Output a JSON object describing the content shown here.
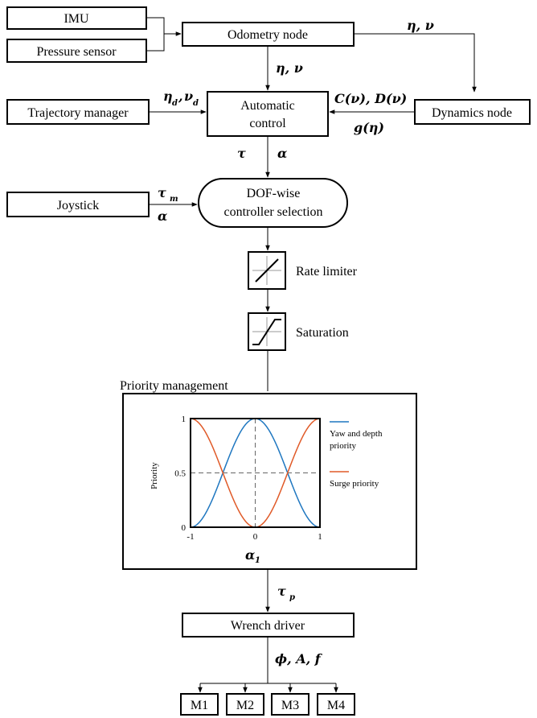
{
  "nodes": {
    "imu": "IMU",
    "pressure_sensor": "Pressure sensor",
    "odometry_node": "Odometry node",
    "trajectory_manager": "Trajectory manager",
    "automatic_control_1": "Automatic",
    "automatic_control_2": "control",
    "dynamics_node": "Dynamics node",
    "joystick": "Joystick",
    "dof_selection_1": "DOF-wise",
    "dof_selection_2": "controller selection",
    "rate_limiter": "Rate limiter",
    "saturation": "Saturation",
    "priority_management": "Priority management",
    "wrench_driver": "Wrench driver",
    "motors": [
      "M1",
      "M2",
      "M3",
      "M4"
    ]
  },
  "signals": {
    "odometry_to_control": "η, ν",
    "odometry_to_dynamics": "η, ν",
    "desired_eta": "η",
    "desired_nu": "ν",
    "desired_subscript": "d",
    "dynamics_cd": "C(ν), D(ν)",
    "dynamics_g": "g(η)",
    "tau": "τ",
    "alpha": "α",
    "tau_m": "τ",
    "tau_m_sub": "m",
    "joystick_alpha": "α",
    "tau_p": "τ",
    "tau_p_sub": "p",
    "wrench_out": "ϕ, A, f"
  },
  "chart_data": {
    "type": "line",
    "xlabel": "α",
    "xlabel_sub": "1",
    "ylabel": "Priority",
    "xlim": [
      -1,
      1
    ],
    "ylim": [
      0,
      1
    ],
    "xticks": [
      "-1",
      "0",
      "1"
    ],
    "yticks": [
      "0",
      "0.5",
      "1"
    ],
    "series": [
      {
        "name": "Yaw and depth priority",
        "color": "#1f77c0"
      },
      {
        "name": "Surge priority",
        "color": "#e05a28"
      }
    ],
    "legend": [
      "Yaw and depth",
      "priority",
      "Surge priority"
    ],
    "formula_note": "yaw/depth = (1+cos(πα))/2, surge = (1-cos(πα))/2",
    "points_x": [
      -1,
      -0.75,
      -0.5,
      -0.25,
      0,
      0.25,
      0.5,
      0.75,
      1
    ],
    "yaw_depth_values": [
      0,
      0.146,
      0.5,
      0.854,
      1,
      0.854,
      0.5,
      0.146,
      0
    ],
    "surge_values": [
      1,
      0.854,
      0.5,
      0.146,
      0,
      0.146,
      0.5,
      0.854,
      1
    ],
    "guides": {
      "x": 0,
      "y": 0.5
    },
    "line_styles": {
      "guides": "dashed"
    }
  }
}
